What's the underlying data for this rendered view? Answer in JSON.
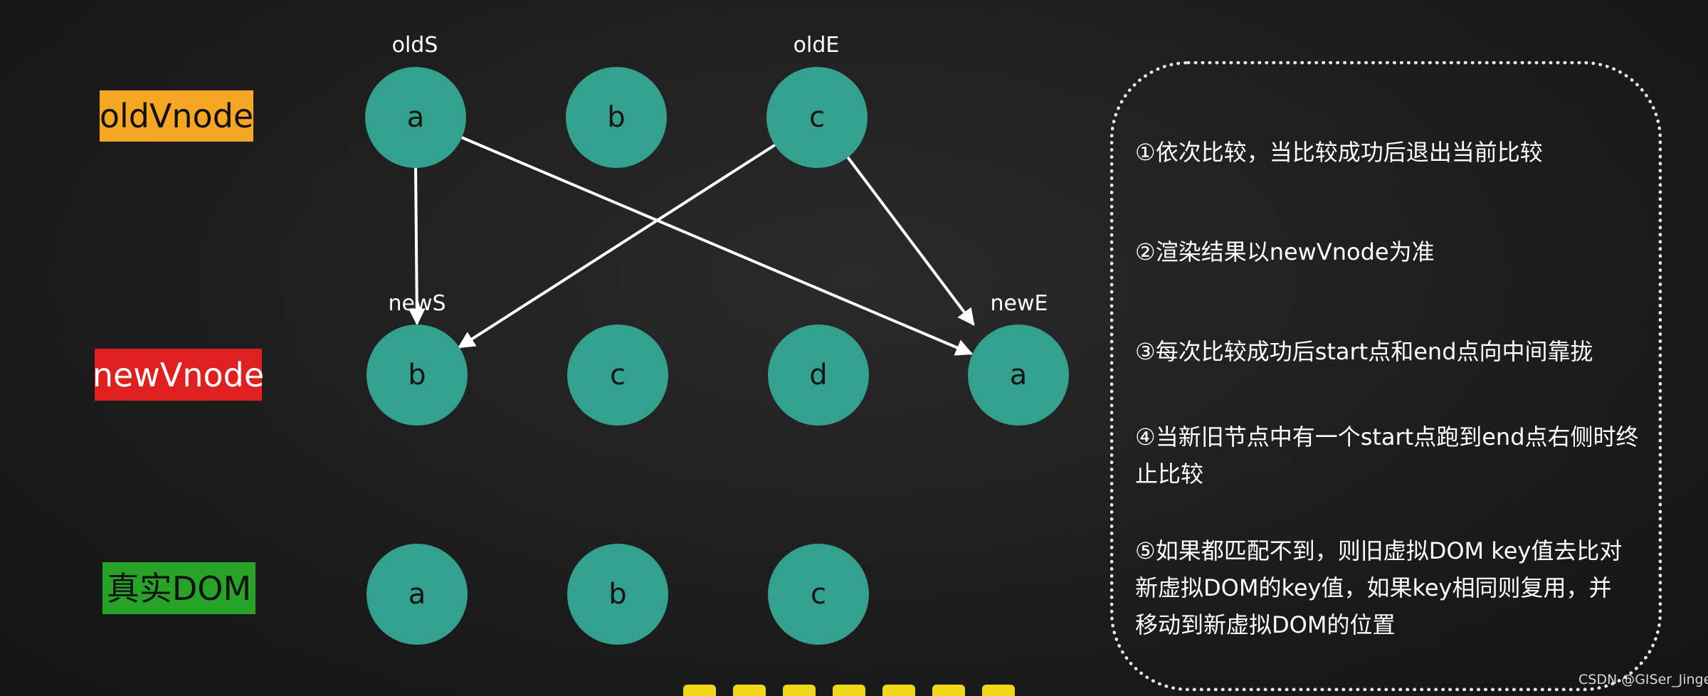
{
  "rows": {
    "old_label": "oldVnode",
    "new_label": "newVnode",
    "dom_label": "真实DOM"
  },
  "pointers": {
    "old_start": "oldS",
    "old_end": "oldE",
    "new_start": "newS",
    "new_end": "newE"
  },
  "old_nodes": [
    "a",
    "b",
    "c"
  ],
  "new_nodes": [
    "b",
    "c",
    "d",
    "a"
  ],
  "dom_nodes": [
    "a",
    "b",
    "c"
  ],
  "colors": {
    "node_fill": "#34a08e",
    "old_label_bg": "#f5a623",
    "new_label_bg": "#e02020",
    "dom_label_bg": "#27a327",
    "arrow": "#ffffff"
  },
  "arrows": [
    {
      "from": "old.a",
      "to": "new.b"
    },
    {
      "from": "old.a",
      "to": "new.a"
    },
    {
      "from": "old.c",
      "to": "new.b"
    },
    {
      "from": "old.c",
      "to": "new.a"
    }
  ],
  "notes": [
    "①依次比较，当比较成功后退出当前比较",
    "②渲染结果以newVnode为准",
    "③每次比较成功后start点和end点向中间靠拢",
    "④当新旧节点中有一个start点跑到end点右侧时终\n  止比较",
    "⑤如果都匹配不到，则旧虚拟DOM key值去比对\n  新虚拟DOM的key值，如果key相同则复用，并\n  移动到新虚拟DOM的位置"
  ],
  "watermark": "CSDN @GISer_Jinger"
}
